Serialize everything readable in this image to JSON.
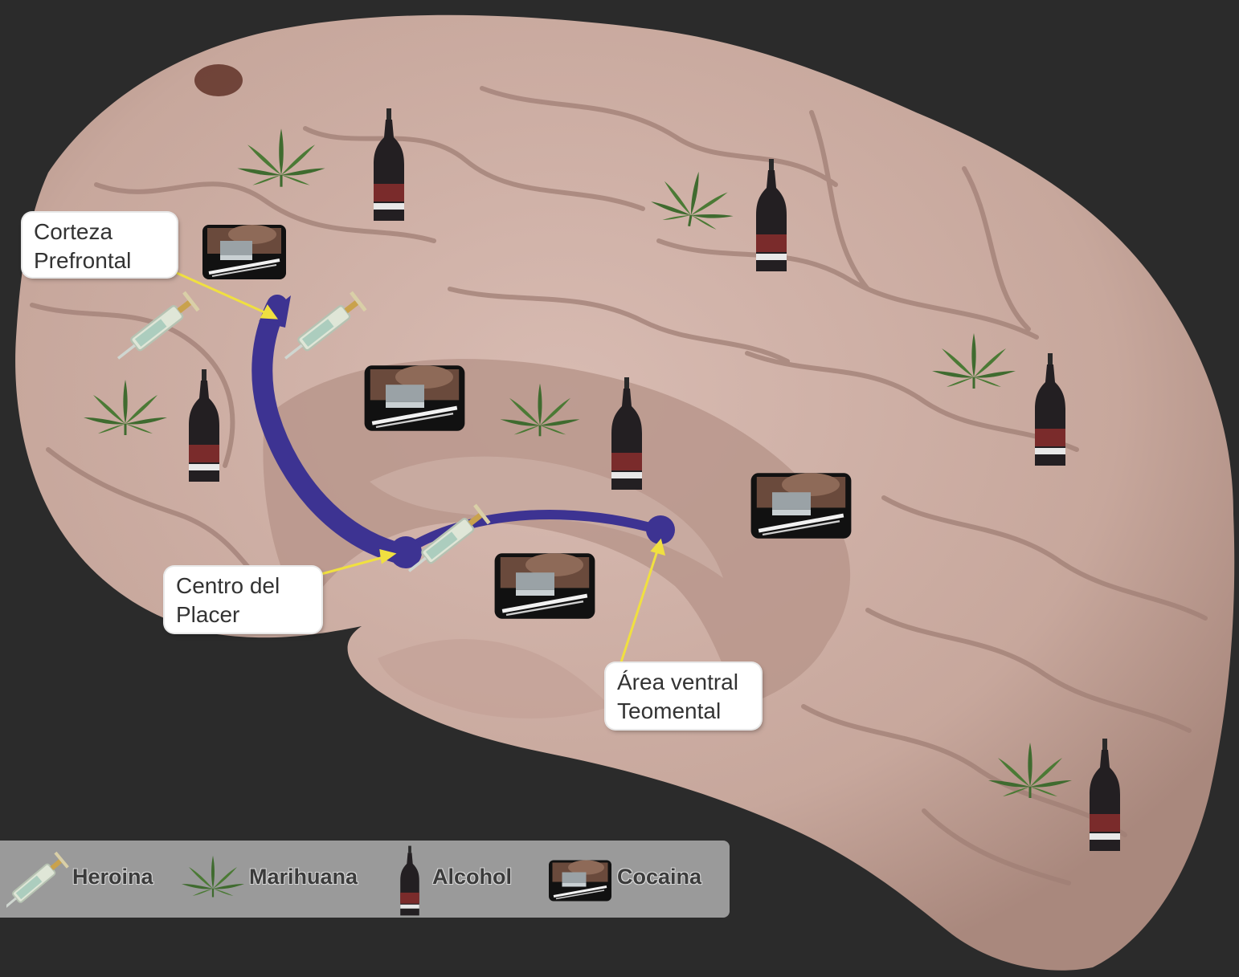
{
  "labels": {
    "prefrontal": {
      "line1": "Corteza",
      "line2": "Prefrontal"
    },
    "placer": {
      "line1": "Centro del",
      "line2": "Placer"
    },
    "tegmental": {
      "line1": "Área ventral",
      "line2": "Teomental"
    }
  },
  "legend": {
    "heroin": "Heroina",
    "marijuana": "Marihuana",
    "alcohol": "Alcohol",
    "cocaine": "Cocaina"
  },
  "colors": {
    "background": "#2b2b2b",
    "brain": "#c9a89e",
    "pathway": "#3d3392",
    "pointer": "#f0e040",
    "legend_bg": "#9a9a9a"
  },
  "icons": {
    "heroin": "syringe-icon",
    "marijuana": "cannabis-leaf-icon",
    "alcohol": "bottle-icon",
    "cocaine": "cocaine-line-icon"
  }
}
